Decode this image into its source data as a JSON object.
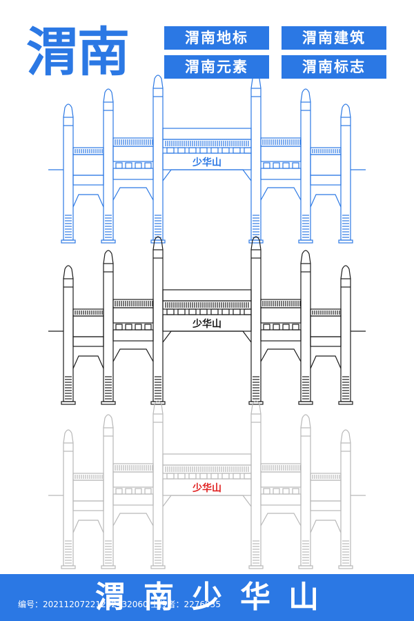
{
  "title": "渭南",
  "tags": [
    "渭南地标",
    "渭南建筑",
    "渭南元素",
    "渭南标志"
  ],
  "gate_label": "少华山",
  "gates": [
    {
      "variant": "blue-outline",
      "stroke": "#2b78e4",
      "label_color": "#2b78e4"
    },
    {
      "variant": "black-outline",
      "stroke": "#1a1a1a",
      "label_color": "#1a1a1a"
    },
    {
      "variant": "gray-outline",
      "stroke": "#b8b8b8",
      "label_color": "#e02020"
    }
  ],
  "bottom_title": "渭南少华山",
  "footer": {
    "text": "编号：20211207221232432060 上传者：2276035"
  },
  "colors": {
    "accent": "#2b78e4",
    "red": "#e02020",
    "background": "#ffffff"
  }
}
